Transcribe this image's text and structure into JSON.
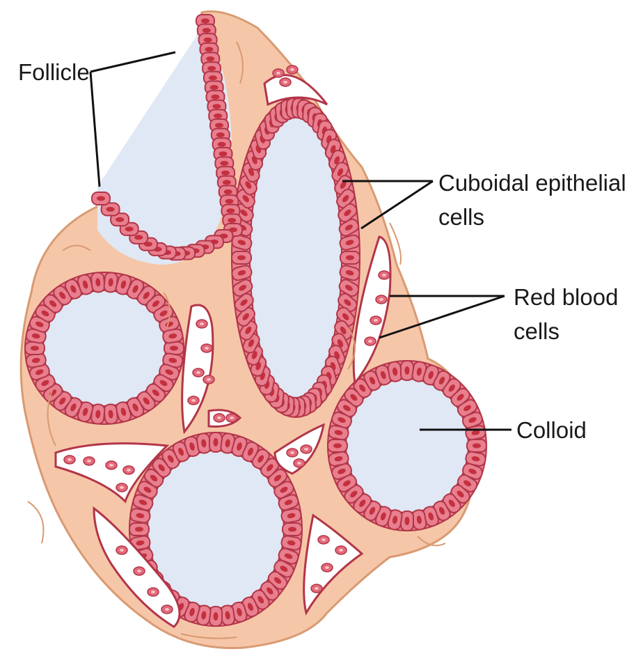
{
  "labels": {
    "follicle": "Follicle",
    "cuboidal_line1": "Cuboidal epithelial",
    "cuboidal_line2": "cells",
    "rbc_line1": "Red blood",
    "rbc_line2": "cells",
    "colloid": "Colloid"
  },
  "colors": {
    "stroma": "#f6c6a8",
    "stroma_edge": "#d99a72",
    "colloid": "#dfe8f4",
    "cell_fill": "#e87f8e",
    "cell_edge": "#b23548",
    "nucleus": "#c4303f",
    "vessel": "#ffffff",
    "rbc": "#e36a7a",
    "leader": "#111111"
  }
}
